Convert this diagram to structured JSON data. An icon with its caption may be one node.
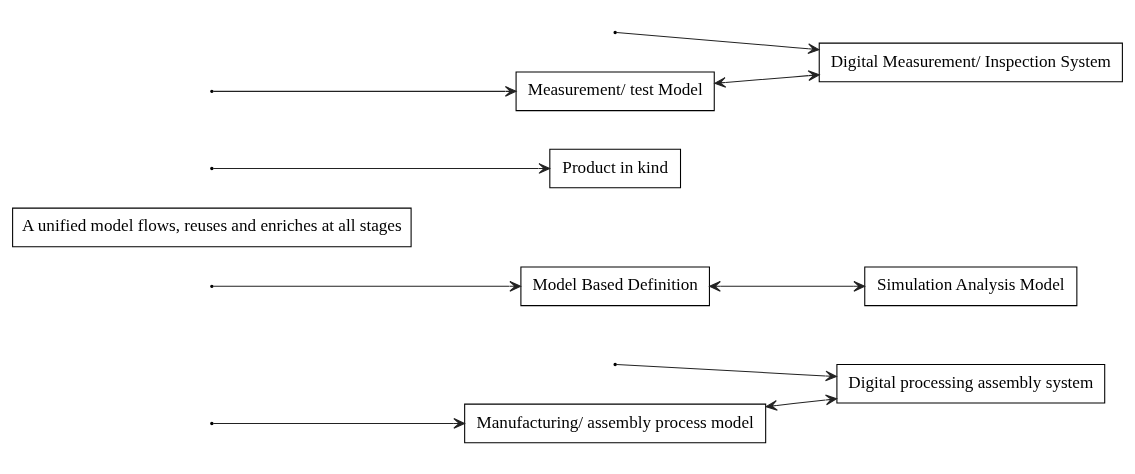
{
  "diagram": {
    "nodes": [
      {
        "text": [
          "Manufacturing/ assembly process model"
        ]
      },
      {
        "text": [
          "Digital processing assembly system"
        ]
      },
      {
        "text": [
          "Model Based Definition"
        ]
      },
      {
        "text": [
          "A unified model flows, reuses and enriches at all stages"
        ]
      },
      {
        "text": [
          "Product in kind"
        ]
      },
      {
        "text": [
          "Simulation Analysis Model"
        ]
      },
      {
        "text": [
          "Measurement/ test Model"
        ]
      },
      {
        "text": [
          "Digital Measurement/ Inspection System"
        ]
      }
    ],
    "edges": [
      {
        "from": null,
        "to": 0,
        "arrow": "to"
      },
      {
        "from": null,
        "to": 2,
        "arrow": "to"
      },
      {
        "from": null,
        "to": 6,
        "arrow": "to"
      },
      {
        "from": 0,
        "to": 1,
        "arrow": "both"
      },
      {
        "from": 2,
        "to": 5,
        "arrow": "both"
      },
      {
        "from": 6,
        "to": 7,
        "arrow": "both"
      },
      {
        "from": null,
        "to": 1,
        "arrow": "to"
      },
      {
        "from": null,
        "to": 4,
        "arrow": "to"
      },
      {
        "from": null,
        "to": 7,
        "arrow": "to"
      }
    ]
  }
}
